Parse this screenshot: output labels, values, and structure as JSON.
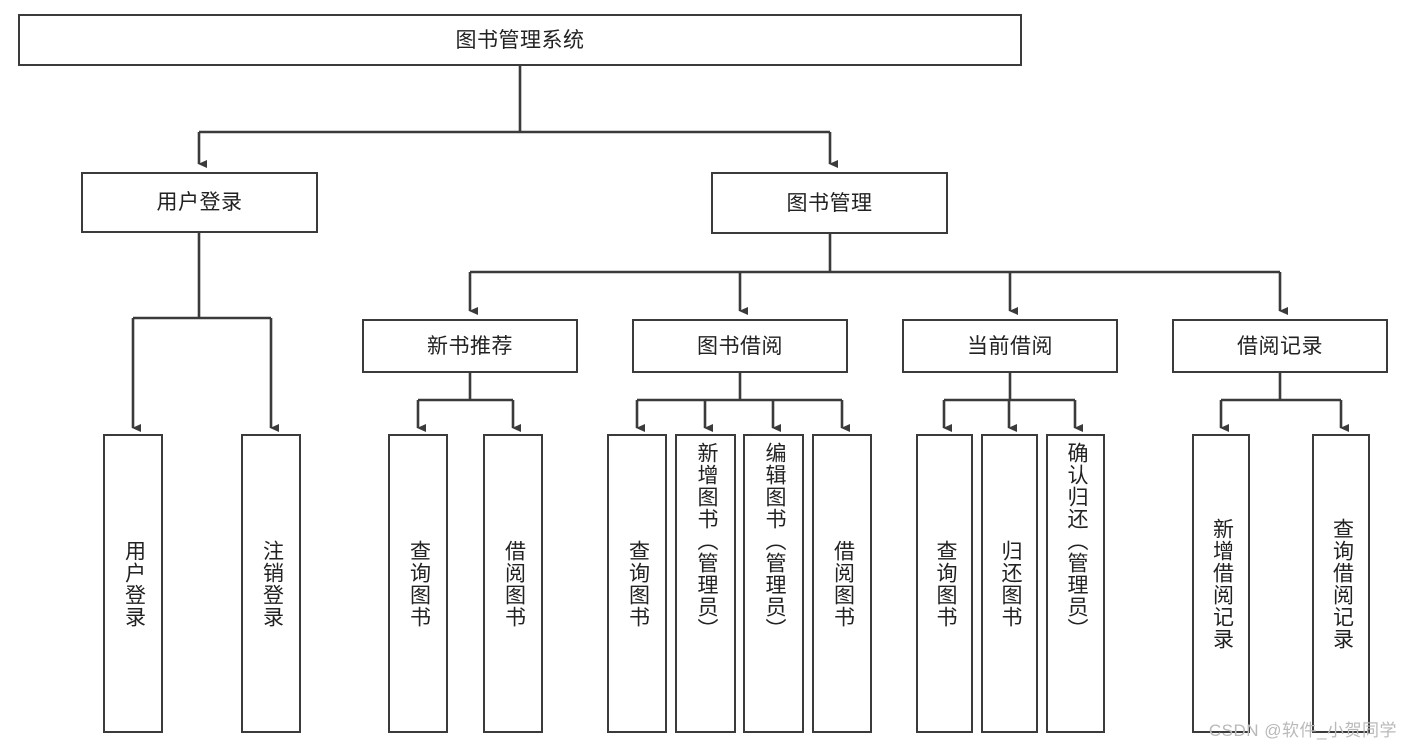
{
  "diagram": {
    "title": "图书管理系统",
    "watermark": "CSDN @软件_小贺同学",
    "type": "tree-hierarchy",
    "stroke_color": "#3b3b3b",
    "background_color": "#ffffff",
    "text_color": "#222222",
    "root": {
      "id": "root",
      "label": "图书管理系统",
      "orientation": "horizontal"
    },
    "level1": [
      {
        "id": "user-login",
        "label": "用户登录",
        "orientation": "horizontal"
      },
      {
        "id": "book-management",
        "label": "图书管理",
        "orientation": "horizontal"
      }
    ],
    "level2": [
      {
        "id": "new-book-recommend",
        "label": "新书推荐",
        "orientation": "horizontal",
        "parent": "book-management"
      },
      {
        "id": "book-borrow",
        "label": "图书借阅",
        "orientation": "horizontal",
        "parent": "book-management"
      },
      {
        "id": "current-borrow",
        "label": "当前借阅",
        "orientation": "horizontal",
        "parent": "book-management"
      },
      {
        "id": "borrow-record",
        "label": "借阅记录",
        "orientation": "horizontal",
        "parent": "book-management"
      }
    ],
    "leaves": [
      {
        "id": "leaf-user-login",
        "label": "用户登录",
        "parent": "user-login",
        "orientation": "vertical"
      },
      {
        "id": "leaf-user-logout",
        "label": "注销登录",
        "parent": "user-login",
        "orientation": "vertical"
      },
      {
        "id": "leaf-query-book-1",
        "label": "查询图书",
        "parent": "new-book-recommend",
        "orientation": "vertical"
      },
      {
        "id": "leaf-borrow-book-1",
        "label": "借阅图书",
        "parent": "new-book-recommend",
        "orientation": "vertical"
      },
      {
        "id": "leaf-query-book-2",
        "label": "查询图书",
        "parent": "book-borrow",
        "orientation": "vertical"
      },
      {
        "id": "leaf-add-book",
        "label": "新增图书（管理员）",
        "parent": "book-borrow",
        "orientation": "vertical"
      },
      {
        "id": "leaf-edit-book",
        "label": "编辑图书（管理员）",
        "parent": "book-borrow",
        "orientation": "vertical"
      },
      {
        "id": "leaf-borrow-book-2",
        "label": "借阅图书",
        "parent": "book-borrow",
        "orientation": "vertical"
      },
      {
        "id": "leaf-query-book-3",
        "label": "查询图书",
        "parent": "current-borrow",
        "orientation": "vertical"
      },
      {
        "id": "leaf-return-book",
        "label": "归还图书",
        "parent": "current-borrow",
        "orientation": "vertical"
      },
      {
        "id": "leaf-confirm-return",
        "label": "确认归还（管理员）",
        "parent": "current-borrow",
        "orientation": "vertical"
      },
      {
        "id": "leaf-add-record",
        "label": "新增借阅记录",
        "parent": "borrow-record",
        "orientation": "vertical"
      },
      {
        "id": "leaf-query-record",
        "label": "查询借阅记录",
        "parent": "borrow-record",
        "orientation": "vertical"
      }
    ]
  }
}
